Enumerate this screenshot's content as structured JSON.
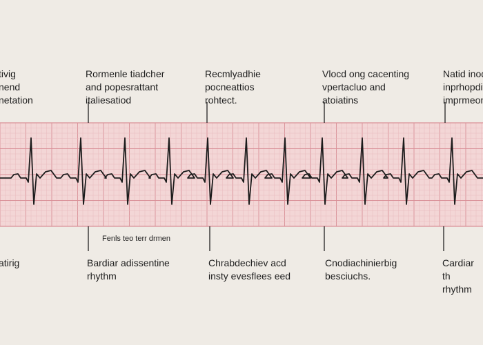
{
  "colors": {
    "background": "#efebe5",
    "strip_fill": "#f3d6d6",
    "grid_minor": "#e9b9bd",
    "grid_major": "#d98f97",
    "trace": "#1c1c1c",
    "text": "#1e1e1e"
  },
  "top_labels": [
    {
      "lines": "tivig\nnend\nnetation"
    },
    {
      "lines": "Rormenle tiadcher\nand popesrattant\nitaliesatiod"
    },
    {
      "lines": "Recmlyadhie\npocneattios\nrohtect."
    },
    {
      "lines": "Vlocd ong  cacenting\nvpertacluo and\natoiatins"
    },
    {
      "lines": "Natid inod\ninprhopditic\nimprmeon"
    }
  ],
  "mid_label": {
    "text": "Fenls teo terr drmen"
  },
  "bottom_labels": [
    {
      "lines": "atirig"
    },
    {
      "lines": "Bardiar adissentine\nrhythm"
    },
    {
      "lines": "Chrabdechiev acd\ninsty evesflees eed"
    },
    {
      "lines": "Cnodiachinierbig\nbesciuchs."
    },
    {
      "lines": "Cardiar th\nrhythm"
    }
  ]
}
